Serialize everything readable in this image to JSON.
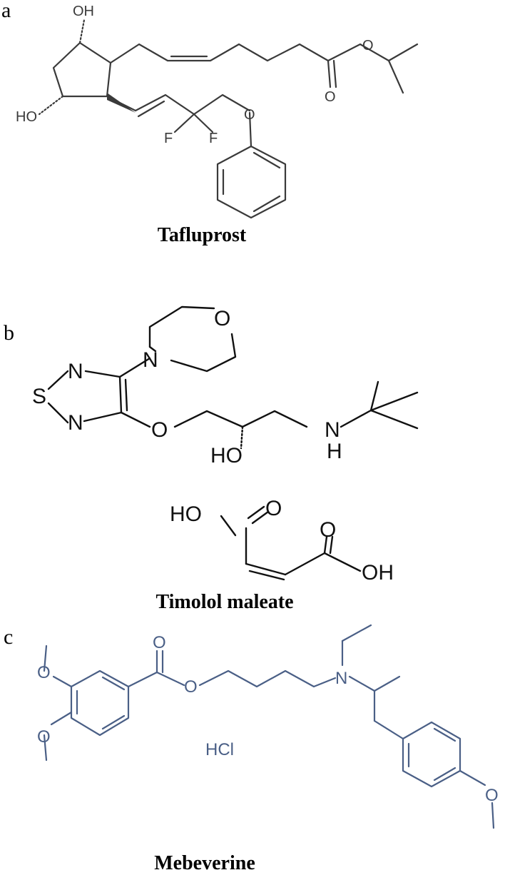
{
  "colors": {
    "panel_a": "#3a3a3a",
    "panel_b": "#111111",
    "panel_c": "#4a5f86"
  },
  "panels": [
    {
      "letter": "a",
      "caption": "Tafluprost",
      "labels": {
        "oh_top": "OH",
        "ho_left": "HO",
        "o_ester": "O",
        "o_carbonyl": "O",
        "f1": "F",
        "f2": "F",
        "o_ether": "O"
      }
    },
    {
      "letter": "b",
      "caption": "Timolol maleate",
      "labels": {
        "o_morph": "O",
        "n_morph": "N",
        "n_top": "N",
        "s_ring": "S",
        "n_bottom": "N",
        "o_ether": "O",
        "nh_n": "N",
        "nh_h": "H",
        "ho": "HO",
        "maleic_ho": "HO",
        "maleic_o1": "O",
        "maleic_o2": "O",
        "maleic_oh": "OH"
      }
    },
    {
      "letter": "c",
      "caption": "Mebeverine",
      "labels": {
        "o_top": "O",
        "o_bottom": "O",
        "o_carbonyl": "O",
        "o_ester": "O",
        "n_amine": "N",
        "salt": "HCl",
        "o_para": "O"
      }
    }
  ]
}
